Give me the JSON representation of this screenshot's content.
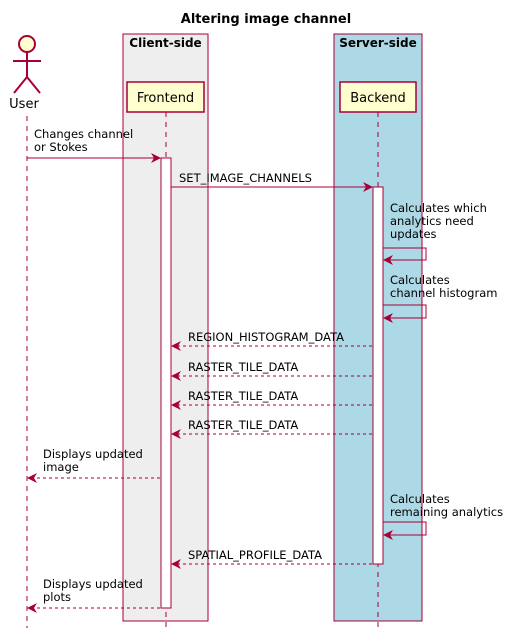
{
  "title": "Altering image channel",
  "colors": {
    "accent": "#A80036",
    "participant_fill": "#FEFECE",
    "client_box_fill": "#EEEEEE",
    "server_box_fill": "#ADD8E6",
    "box_border": "#A80036"
  },
  "boxes": {
    "client": {
      "label": "Client-side"
    },
    "server": {
      "label": "Server-side"
    }
  },
  "participants": {
    "user": {
      "label": "User",
      "icon": "actor-stick-figure"
    },
    "frontend": {
      "label": "Frontend"
    },
    "backend": {
      "label": "Backend"
    }
  },
  "messages": [
    {
      "from": "user",
      "to": "frontend",
      "style": "solid",
      "lines": [
        "Changes channel",
        "or Stokes"
      ]
    },
    {
      "from": "frontend",
      "to": "backend",
      "style": "solid",
      "lines": [
        "SET_IMAGE_CHANNELS"
      ]
    },
    {
      "from": "backend",
      "to": "backend",
      "style": "self",
      "lines": [
        "Calculates which",
        "analytics need",
        "updates"
      ]
    },
    {
      "from": "backend",
      "to": "backend",
      "style": "self",
      "lines": [
        "Calculates",
        "channel histogram"
      ]
    },
    {
      "from": "backend",
      "to": "frontend",
      "style": "dashed",
      "lines": [
        "REGION_HISTOGRAM_DATA"
      ]
    },
    {
      "from": "backend",
      "to": "frontend",
      "style": "dashed",
      "lines": [
        "RASTER_TILE_DATA"
      ]
    },
    {
      "from": "backend",
      "to": "frontend",
      "style": "dashed",
      "lines": [
        "RASTER_TILE_DATA"
      ]
    },
    {
      "from": "backend",
      "to": "frontend",
      "style": "dashed",
      "lines": [
        "RASTER_TILE_DATA"
      ]
    },
    {
      "from": "frontend",
      "to": "user",
      "style": "dashed",
      "lines": [
        "Displays updated",
        "image"
      ]
    },
    {
      "from": "backend",
      "to": "backend",
      "style": "self",
      "lines": [
        "Calculates",
        "remaining analytics"
      ]
    },
    {
      "from": "backend",
      "to": "frontend",
      "style": "dashed",
      "lines": [
        "SPATIAL_PROFILE_DATA"
      ]
    },
    {
      "from": "frontend",
      "to": "user",
      "style": "dashed",
      "lines": [
        "Displays updated",
        "plots"
      ]
    }
  ]
}
